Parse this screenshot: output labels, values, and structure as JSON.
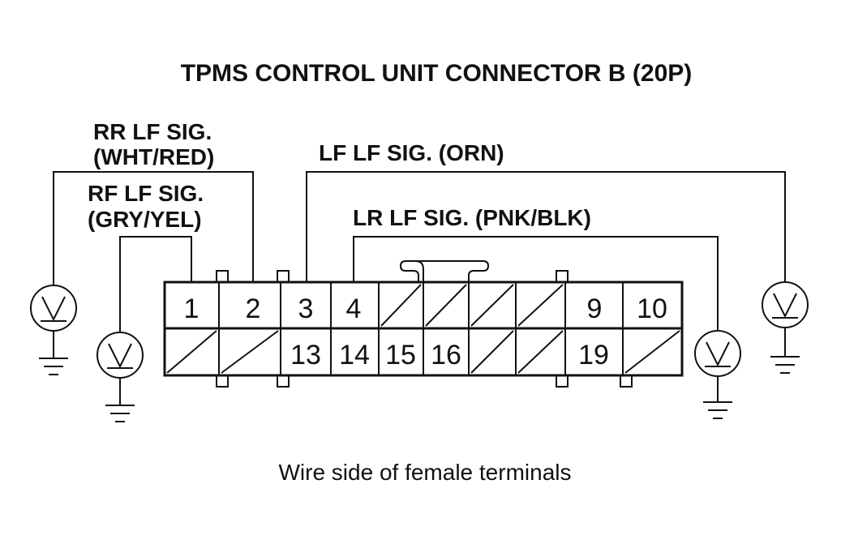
{
  "title": "TPMS CONTROL UNIT CONNECTOR B (20P)",
  "caption": "Wire side of female terminals",
  "labels": {
    "rr_line1": "RR LF SIG.",
    "rr_line2": "(WHT/RED)",
    "rf_line1": "RF LF SIG.",
    "rf_line2": "(GRY/YEL)",
    "lf": "LF LF SIG. (ORN)",
    "lr": "LR LF SIG. (PNK/BLK)"
  },
  "pins": {
    "p1": "1",
    "p2": "2",
    "p3": "3",
    "p4": "4",
    "p9": "9",
    "p10": "10",
    "p13": "13",
    "p14": "14",
    "p15": "15",
    "p16": "16",
    "p19": "19"
  }
}
